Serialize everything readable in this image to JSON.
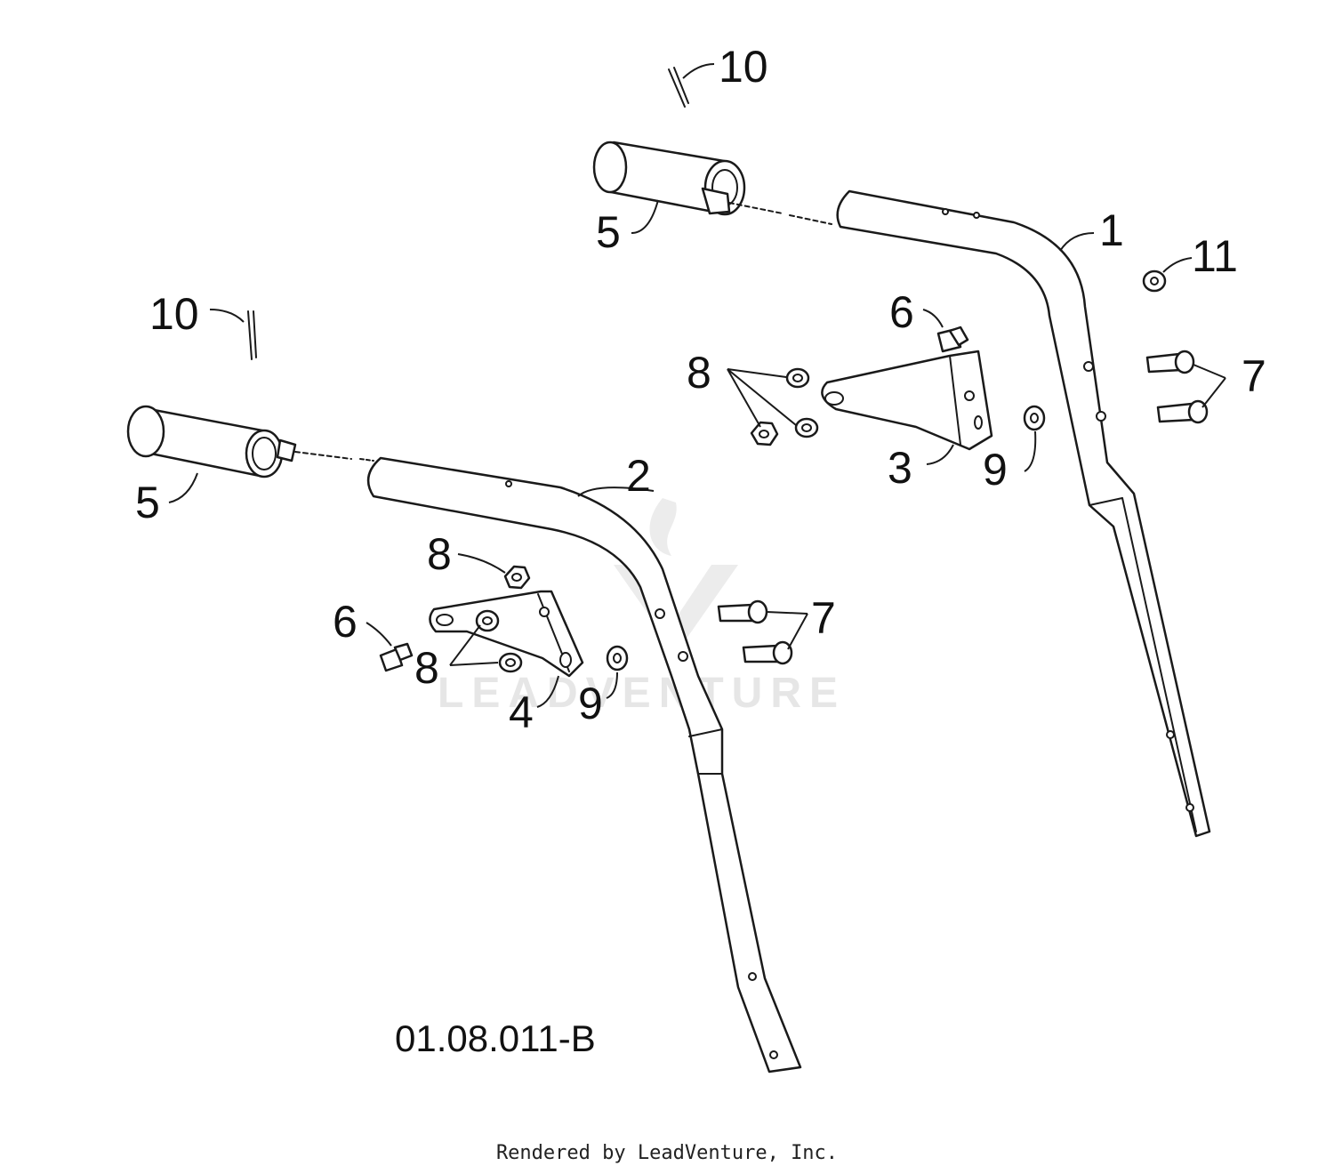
{
  "diagram": {
    "code": "01.08.011-B",
    "watermark": "LEADVENTURE",
    "footer": "Rendered by LeadVenture, Inc.",
    "callouts": {
      "c1": "1",
      "c2": "2",
      "c3": "3",
      "c4": "4",
      "c5_right": "5",
      "c5_left": "5",
      "c6_right": "6",
      "c6_left": "6",
      "c7_right": "7",
      "c7_left": "7",
      "c8_right": "8",
      "c8_left_top": "8",
      "c8_left_bottom": "8",
      "c9_right": "9",
      "c9_left": "9",
      "c10_right": "10",
      "c10_left": "10",
      "c11": "11"
    }
  }
}
